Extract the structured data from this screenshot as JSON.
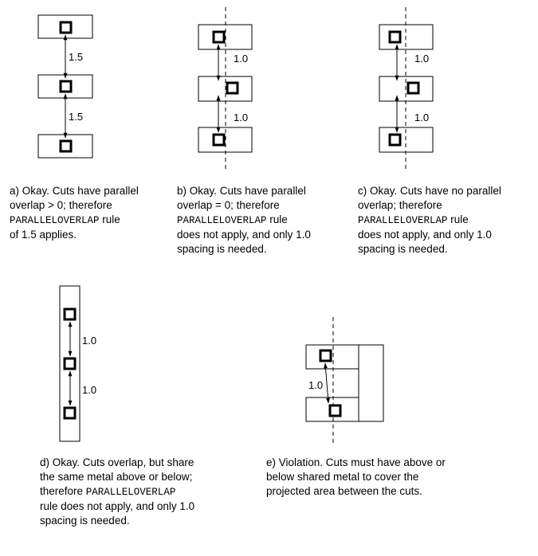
{
  "colors": {
    "ink": "#000000",
    "paper": "#ffffff"
  },
  "arrow_icon": "double-headed-arrow",
  "cut_icon": "square-cut",
  "panels": {
    "a": {
      "spacing_labels": [
        "1.5",
        "1.5"
      ],
      "caption": {
        "line1": "a) Okay. Cuts have parallel",
        "line2": "overlap > 0; therefore",
        "line3_code": "PARALLELOVERLAP",
        "line3_rest": " rule",
        "line4": "of 1.5 applies."
      }
    },
    "b": {
      "spacing_labels": [
        "1.0",
        "1.0"
      ],
      "caption": {
        "line1": "b) Okay. Cuts have parallel",
        "line2": "overlap = 0; therefore",
        "line3_code": "PARALLELOVERLAP",
        "line3_rest": " rule",
        "line4": "does not apply, and only 1.0",
        "line5": "spacing is needed."
      }
    },
    "c": {
      "spacing_labels": [
        "1.0",
        "1.0"
      ],
      "caption": {
        "line1": "c) Okay. Cuts have no parallel",
        "line2": "overlap; therefore",
        "line3_code": "PARALLELOVERLAP",
        "line3_rest": " rule",
        "line4": "does not apply, and only 1.0",
        "line5": "spacing is needed."
      }
    },
    "d": {
      "spacing_labels": [
        "1.0",
        "1.0"
      ],
      "caption": {
        "line1": "d) Okay. Cuts overlap, but share",
        "line2": "the same metal above or below;",
        "line3_pre": "therefore ",
        "line3_code": "PARALLELOVERLAP",
        "line4": "rule does not apply, and only 1.0",
        "line5": "spacing is needed."
      }
    },
    "e": {
      "spacing_labels": [
        "1.0"
      ],
      "caption": {
        "line1": "e) Violation. Cuts must have above or",
        "line2": "below shared metal to cover the",
        "line3": "projected area between the cuts."
      }
    }
  }
}
